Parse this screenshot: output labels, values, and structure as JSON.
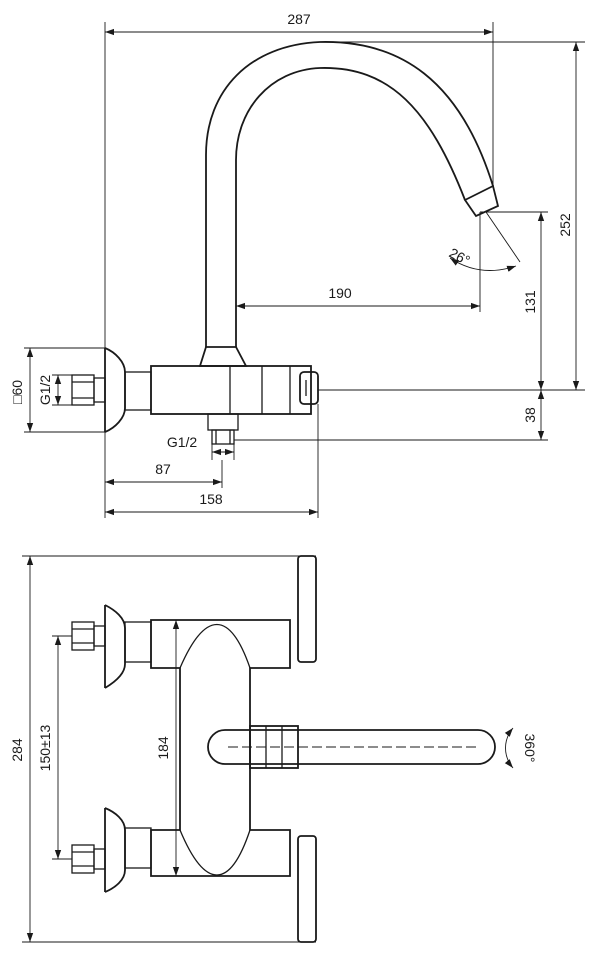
{
  "top_view": {
    "dim_width_total": "287",
    "dim_height_total": "252",
    "dim_spout_reach": "190",
    "dim_spout_height": "131",
    "dim_outlet_angle": "26°",
    "dim_square": "□60",
    "dim_thread_side": "G1/2",
    "dim_thread_bottom": "G1/2",
    "dim_below": "38",
    "dim_87": "87",
    "dim_158": "158"
  },
  "bottom_view": {
    "dim_284": "284",
    "dim_150": "150±13",
    "dim_184": "184",
    "dim_rotation": "360°"
  },
  "colors": {
    "line": "#1a1a1a",
    "background": "#ffffff"
  }
}
